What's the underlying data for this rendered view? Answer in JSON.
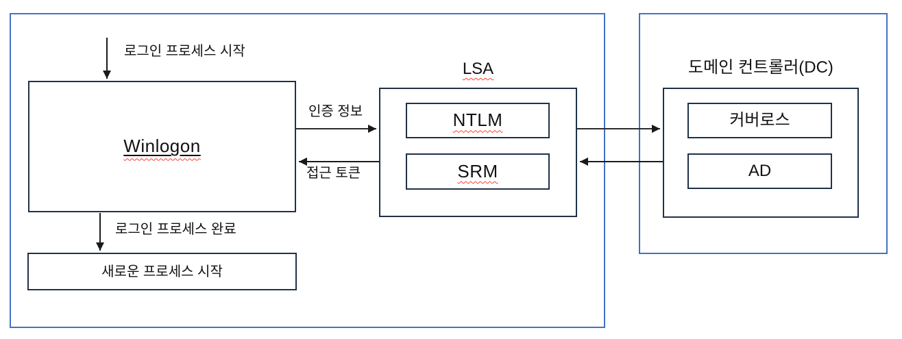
{
  "diagram": {
    "type": "flow-diagram",
    "topic": "Windows logon / domain authentication process",
    "groups": {
      "client": {
        "note": "left outer container (local machine)"
      },
      "domain_controller": {
        "label": "도메인 컨트롤러(DC)"
      }
    },
    "nodes": {
      "winlogon": {
        "label": "Winlogon",
        "spellcheck_squiggle": true,
        "underlined": true
      },
      "new_process": {
        "label": "새로운 프로세스 시작"
      },
      "lsa": {
        "label": "LSA",
        "spellcheck_squiggle": true
      },
      "ntlm": {
        "label": "NTLM",
        "spellcheck_squiggle": true
      },
      "srm": {
        "label": "SRM",
        "spellcheck_squiggle": true
      },
      "kerberos": {
        "label": "커버로스"
      },
      "ad": {
        "label": "AD"
      }
    },
    "edges": [
      {
        "id": "login_start",
        "label": "로그인 프로세스 시작",
        "from": "outside-top",
        "to": "winlogon",
        "direction": "down"
      },
      {
        "id": "auth_info",
        "label": "인증 정보",
        "from": "winlogon",
        "to": "lsa",
        "direction": "right"
      },
      {
        "id": "access_token",
        "label": "접근 토큰",
        "from": "lsa",
        "to": "winlogon",
        "direction": "left"
      },
      {
        "id": "lsa_to_dc",
        "label": "",
        "from": "lsa",
        "to": "domain_controller",
        "direction": "right"
      },
      {
        "id": "dc_to_lsa",
        "label": "",
        "from": "domain_controller",
        "to": "lsa",
        "direction": "left"
      },
      {
        "id": "login_complete",
        "label": "로그인 프로세스 완료",
        "from": "winlogon",
        "to": "new_process",
        "direction": "down"
      }
    ],
    "colors": {
      "outer_border": "#4472c4",
      "inner_border": "#1f3148",
      "arrow": "#2b2b2b",
      "spellcheck": "#ff3b30",
      "text": "#111111",
      "background": "#ffffff"
    }
  }
}
